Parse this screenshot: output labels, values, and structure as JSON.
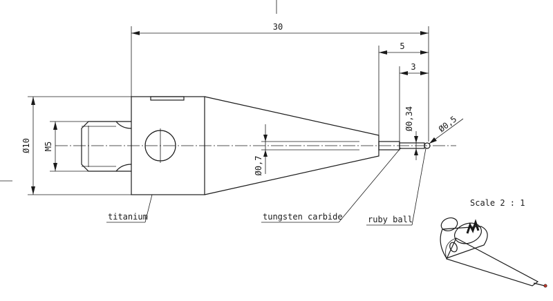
{
  "dimensions": {
    "overall_length": "30",
    "length_5": "5",
    "length_3": "3",
    "dia_10": "Ø10",
    "thread": "M5",
    "dia_07": "Ø0,7",
    "dia_034": "Ø0,34",
    "dia_05": "Ø0,5"
  },
  "labels": {
    "titanium": "titanium",
    "tungsten_carbide": "tungsten carbide",
    "ruby_ball": "ruby ball"
  },
  "scale_note": "Scale 2 : 1"
}
